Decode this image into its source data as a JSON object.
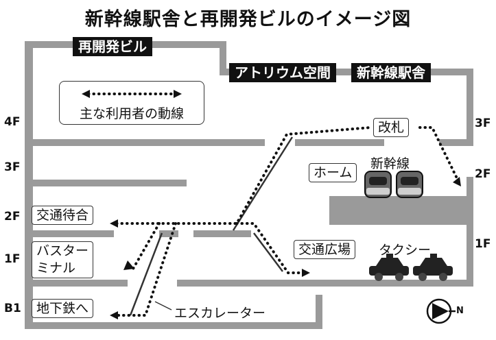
{
  "title": "新幹線駅舎と再開発ビルのイメージ図",
  "buildings": {
    "redevelopment": "再開発ビル",
    "atrium": "アトリウム空間",
    "station": "新幹線駅舎"
  },
  "legend": {
    "label": "主な利用者の動線"
  },
  "floors": {
    "left": [
      "4F",
      "3F",
      "2F",
      "1F",
      "B1"
    ],
    "right": [
      "3F",
      "2F",
      "1F"
    ]
  },
  "labels": {
    "ticket_gate": "改札",
    "platform": "ホーム",
    "shinkansen": "新幹線",
    "waiting_room": "交通待合",
    "bus_terminal_line1": "バスター",
    "bus_terminal_line2": "ミナル",
    "to_subway": "地下鉄へ",
    "escalator": "エスカレーター",
    "traffic_plaza": "交通広場",
    "taxi": "タクシー"
  },
  "compass": {
    "direction": "N"
  }
}
